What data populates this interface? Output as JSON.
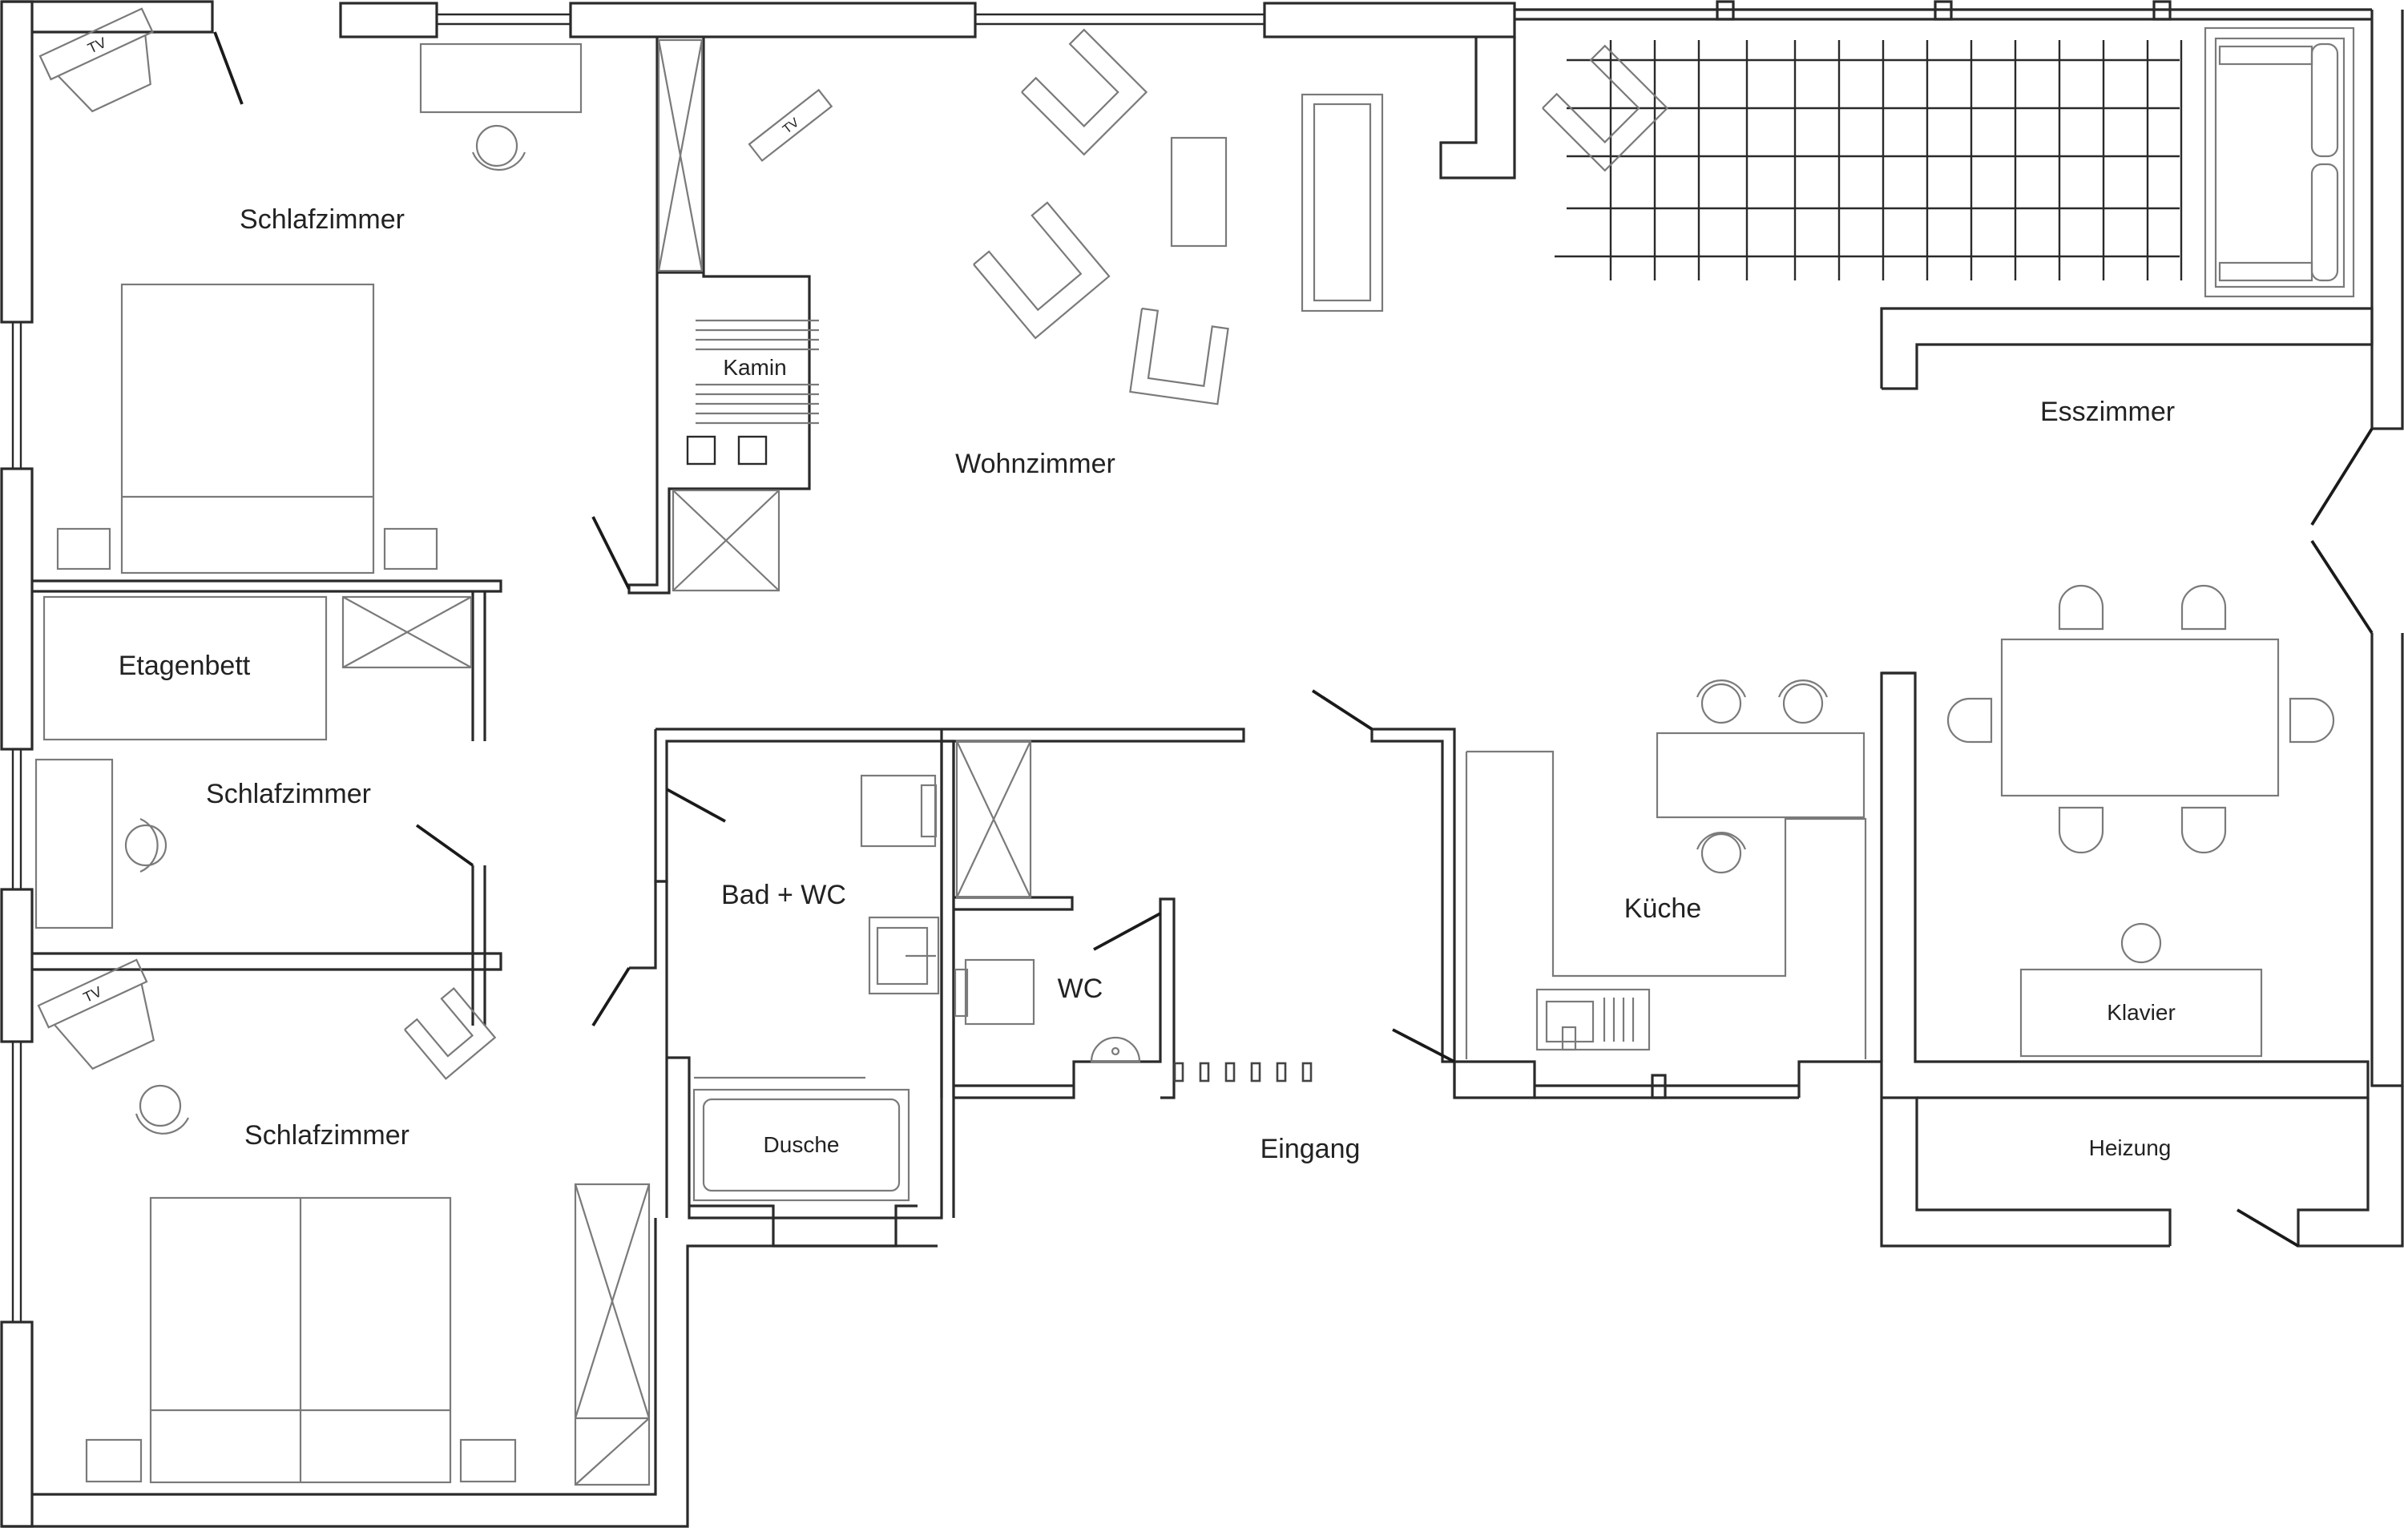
{
  "rooms": {
    "schlafzimmer_1": "Schlafzimmer",
    "etagenbett": "Etagenbett",
    "schlafzimmer_2": "Schlafzimmer",
    "schlafzimmer_3": "Schlafzimmer",
    "kamin": "Kamin",
    "wohnzimmer": "Wohnzimmer",
    "esszimmer": "Esszimmer",
    "bad_wc": "Bad + WC",
    "dusche": "Dusche",
    "wc": "WC",
    "kueche": "Küche",
    "klavier": "Klavier",
    "eingang": "Eingang",
    "heizung": "Heizung"
  },
  "tv_labels": {
    "tv_1": "TV",
    "tv_2": "TV",
    "tv_3": "TV"
  },
  "colors": {
    "walls": "#2a2a2a",
    "furniture": "#7a7a7a",
    "background": "#ffffff"
  }
}
